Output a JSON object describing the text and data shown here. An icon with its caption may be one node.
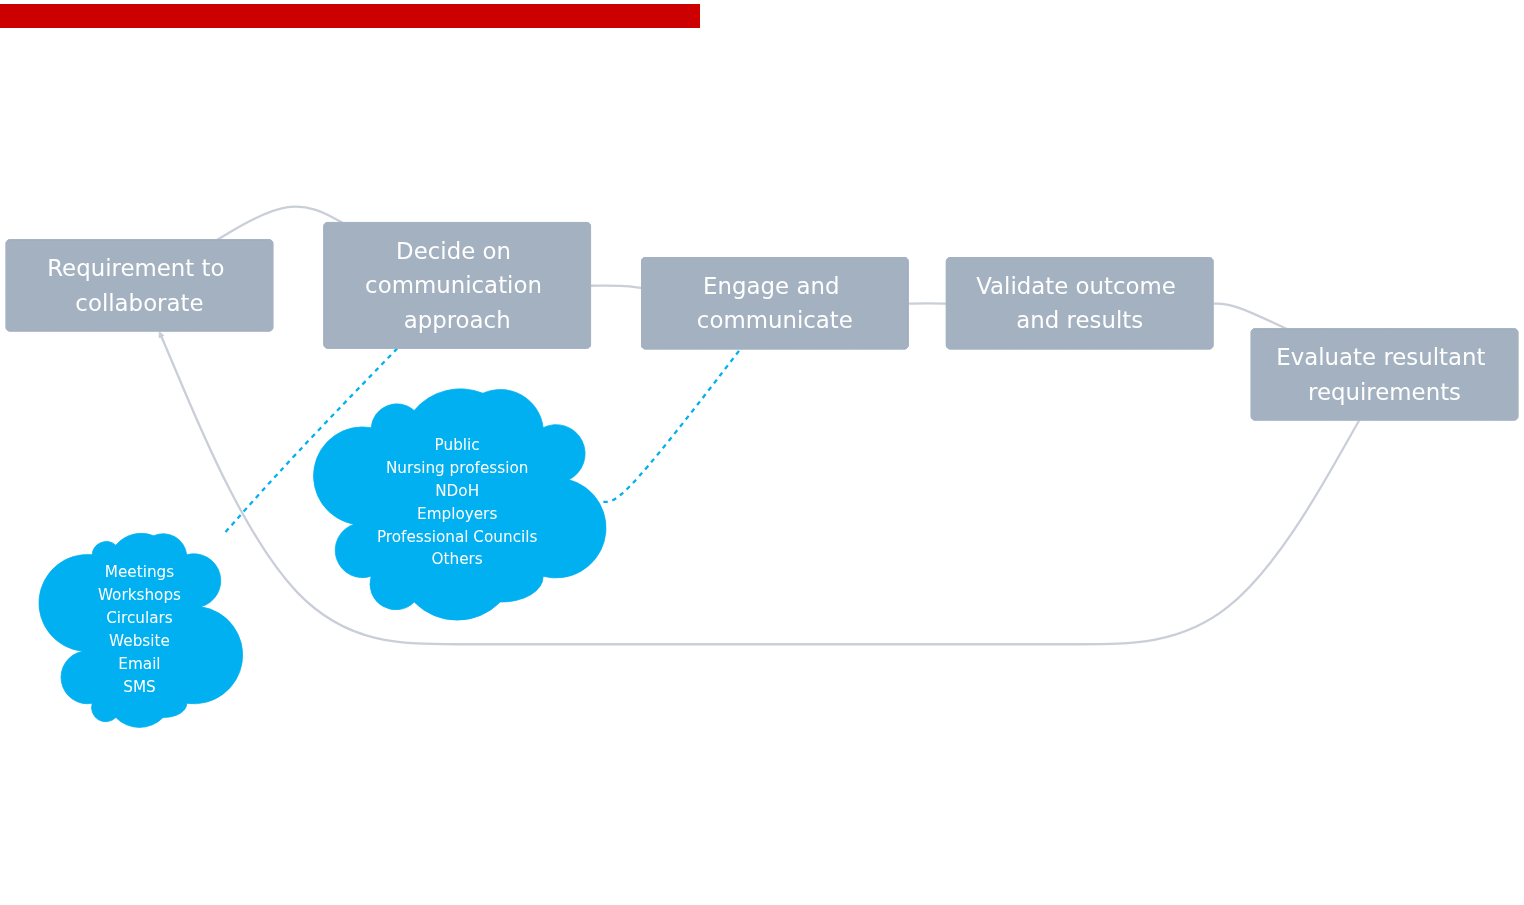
{
  "diagram": {
    "nodes": [
      {
        "text": [
          "Requirement to collaborate"
        ]
      },
      {
        "text": [
          "Decide on communication approach"
        ]
      },
      {
        "text": [
          "Engage and communicate"
        ]
      },
      {
        "text": [
          "Validate outcome and results"
        ]
      },
      {
        "text": [
          "Evaluate resultant requirements"
        ]
      },
      {
        "text": [
          "Meetings",
          "Workshops",
          "Circulars",
          "Website",
          "Email",
          "SMS"
        ]
      },
      {
        "text": [
          "Public",
          "Nursing profession",
          "NDoH",
          "Employers",
          "Professional Councils",
          "Others"
        ]
      }
    ],
    "edges": [
      {
        "from": 0,
        "to": 1,
        "arrow": "none"
      },
      {
        "from": 1,
        "to": 2,
        "arrow": "none"
      },
      {
        "from": 2,
        "to": 3,
        "arrow": "none"
      },
      {
        "from": 3,
        "to": 4,
        "arrow": "none"
      },
      {
        "from": 4,
        "to": 0,
        "arrow": "to"
      },
      {
        "from": 5,
        "to": 1,
        "arrow": "none",
        "style": "dashed",
        "color": "#00b0f0"
      },
      {
        "from": 6,
        "to": 2,
        "arrow": "none",
        "style": "dashed",
        "color": "#00b0f0"
      }
    ]
  }
}
